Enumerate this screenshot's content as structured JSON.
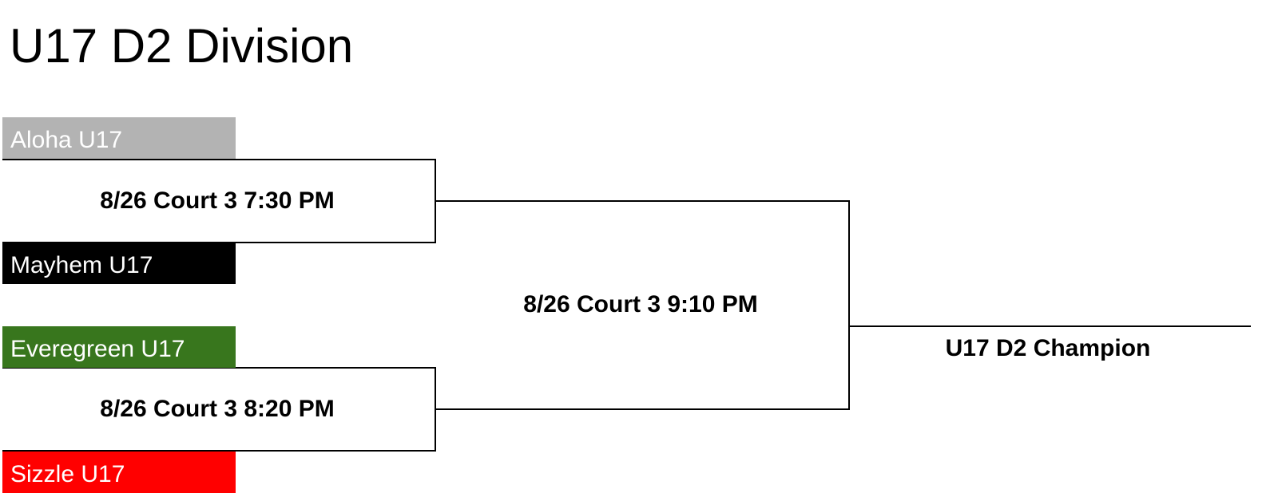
{
  "division_title": "U17 D2 Division",
  "teams": [
    {
      "name": "Aloha U17",
      "color": "#b3b3b3"
    },
    {
      "name": "Mayhem U17",
      "color": "#000000"
    },
    {
      "name": "Everegreen U17",
      "color": "#38761d"
    },
    {
      "name": "Sizzle U17",
      "color": "#ff0000"
    }
  ],
  "games": {
    "semifinal_1": "8/26 Court 3 7:30 PM",
    "semifinal_2": "8/26 Court 3 8:20 PM",
    "final": "8/26 Court 3 9:10 PM"
  },
  "champion_label": "U17 D2 Champion"
}
